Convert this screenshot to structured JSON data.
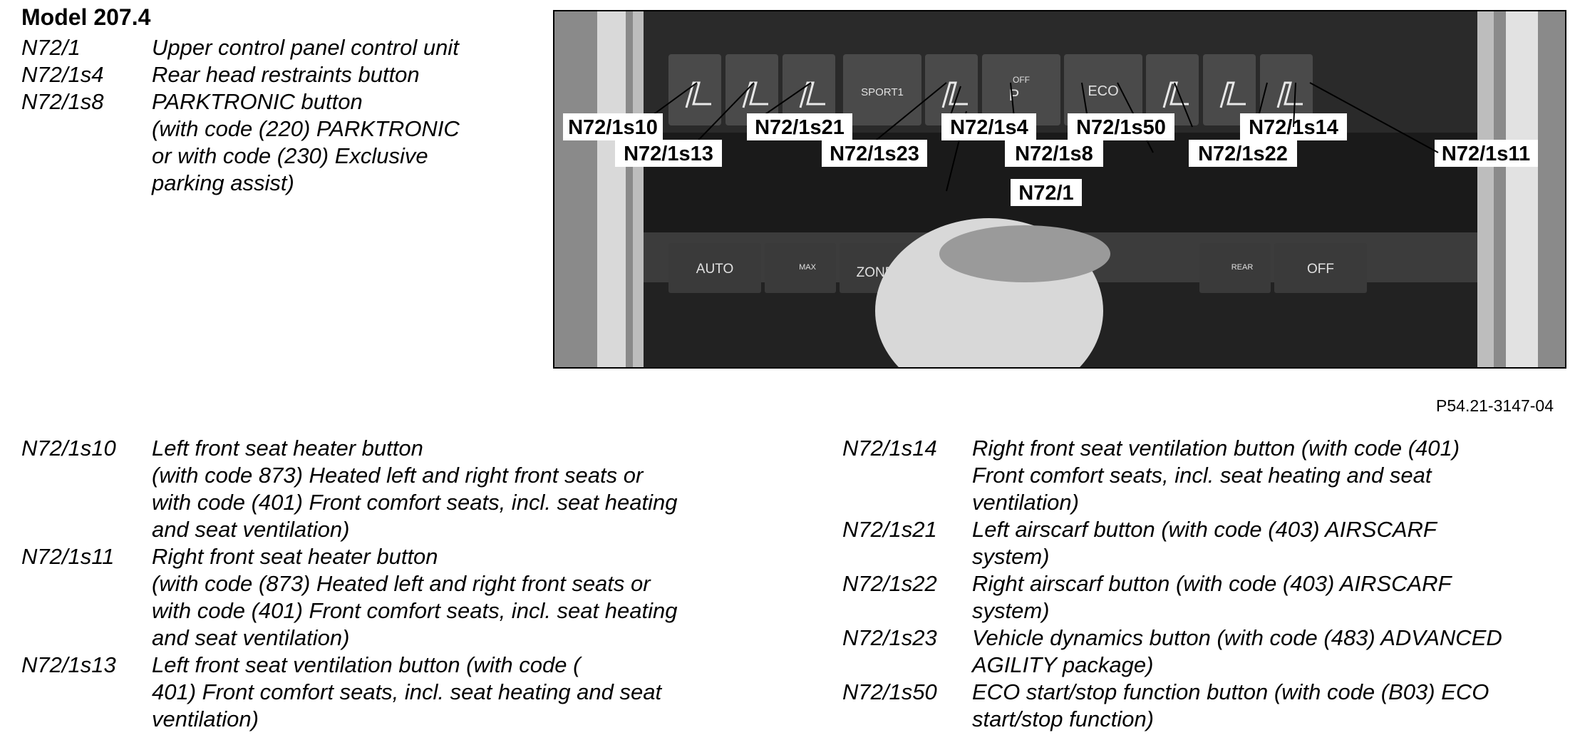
{
  "title": "Model 207.4",
  "figure_ref": "P54.21-3147-04",
  "top_legend": [
    {
      "code": "N72/1",
      "lines": [
        "Upper control panel control unit"
      ]
    },
    {
      "code": "N72/1s4",
      "lines": [
        "Rear head restraints button"
      ]
    },
    {
      "code": "N72/1s8",
      "lines": [
        "PARKTRONIC button",
        "(with code (220) PARKTRONIC",
        "or with code (230) Exclusive",
        "parking assist)"
      ]
    }
  ],
  "bottom_left_legend": [
    {
      "code": "N72/1s10",
      "lines": [
        "Left front seat heater button",
        "(with code 873) Heated left and right front seats or",
        "with code (401) Front comfort seats, incl. seat heating",
        "and seat ventilation)"
      ]
    },
    {
      "code": "N72/1s11",
      "lines": [
        "Right front seat heater button",
        "(with code (873) Heated left and right front seats or",
        "with code (401) Front comfort seats, incl. seat heating",
        "and seat ventilation)"
      ]
    },
    {
      "code": "N72/1s13",
      "lines": [
        "Left front seat ventilation button (with code (",
        "401) Front comfort seats, incl. seat heating and seat",
        "ventilation)"
      ]
    }
  ],
  "bottom_right_legend": [
    {
      "code": "N72/1s14",
      "lines": [
        "Right front seat ventilation button (with code (401)",
        "Front comfort seats, incl. seat heating and seat",
        "ventilation)"
      ]
    },
    {
      "code": "N72/1s21",
      "lines": [
        "Left airscarf button (with code (403) AIRSCARF",
        "system)"
      ]
    },
    {
      "code": "N72/1s22",
      "lines": [
        "Right airscarf button (with code (403) AIRSCARF",
        "system)"
      ]
    },
    {
      "code": "N72/1s23",
      "lines": [
        "Vehicle dynamics button (with code (483) ADVANCED",
        "AGILITY package)"
      ]
    },
    {
      "code": "N72/1s50",
      "lines": [
        "ECO start/stop function button (with code (B03) ECO",
        "start/stop function)"
      ]
    }
  ],
  "photo": {
    "button_labels": {
      "sport": "SPORT1",
      "park_off": "OFF",
      "park": "P",
      "eco": "ECO",
      "auto": "AUTO",
      "max": "MAX",
      "zone": "ZONE",
      "rear": "REAR",
      "off": "OFF"
    },
    "callouts": {
      "s10": "N72/1s10",
      "s13": "N72/1s13",
      "s21": "N72/1s21",
      "s23": "N72/1s23",
      "s4": "N72/1s4",
      "s8": "N72/1s8",
      "s50": "N72/1s50",
      "s22": "N72/1s22",
      "s14": "N72/1s14",
      "s11": "N72/1s11",
      "n1": "N72/1"
    }
  }
}
